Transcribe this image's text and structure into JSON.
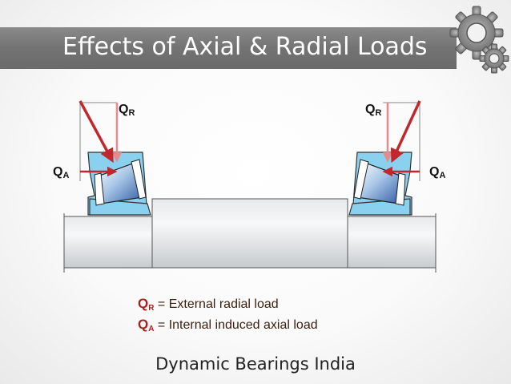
{
  "slide": {
    "title": "Effects of Axial & Radial Loads",
    "footer": "Dynamic Bearings India"
  },
  "diagram": {
    "labels": {
      "radial_left_main": "Q",
      "radial_left_sub": "R",
      "radial_right_main": "Q",
      "radial_right_sub": "R",
      "axial_left_main": "Q",
      "axial_left_sub": "A",
      "axial_right_main": "Q",
      "axial_right_sub": "A"
    }
  },
  "legend": {
    "items": [
      {
        "symbol_main": "Q",
        "symbol_sub": "R",
        "text": " = External radial load"
      },
      {
        "symbol_main": "Q",
        "symbol_sub": "A",
        "text": " = Internal induced axial load"
      }
    ]
  },
  "colors": {
    "title_bar": "#737373",
    "arrow_red": "#c0282d",
    "bearing_blue": "#8ad0ef",
    "legend_symbol": "#a3231f"
  },
  "icons": [
    "gears-icon"
  ]
}
